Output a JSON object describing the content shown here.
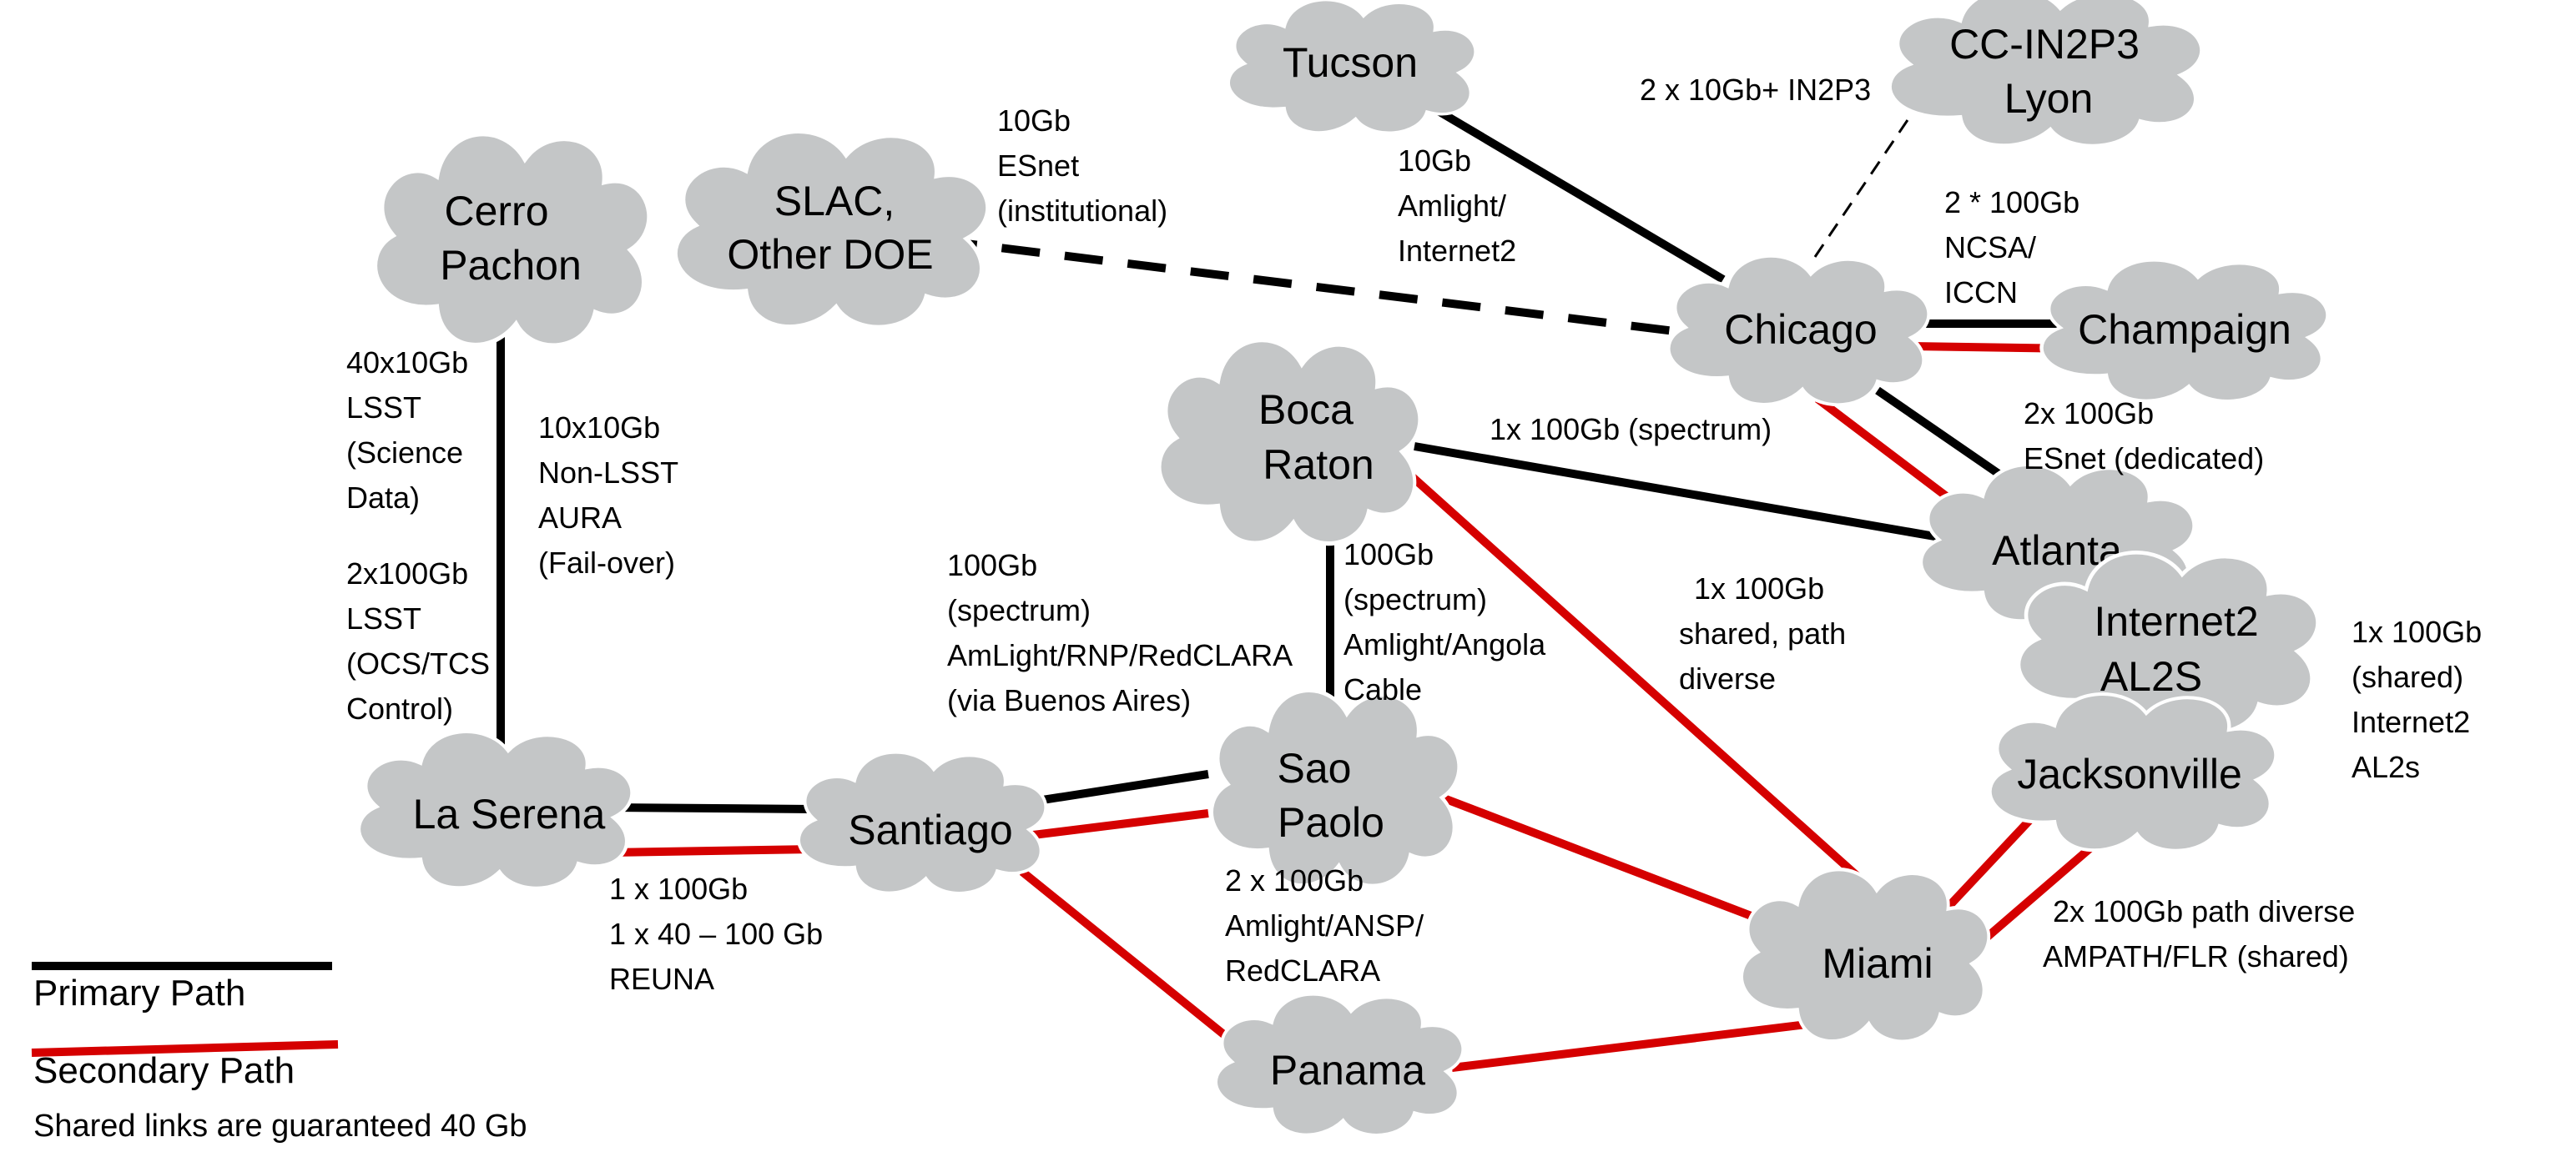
{
  "colors": {
    "primary": "#000000",
    "secondary": "#d50000",
    "cloud": "#c4c6c7"
  },
  "nodes": {
    "cerro_pachon": [
      "Cerro",
      "Pachon"
    ],
    "la_serena": [
      "La Serena"
    ],
    "santiago": [
      "Santiago"
    ],
    "sao_paolo": [
      "Sao",
      "Paolo"
    ],
    "boca_raton": [
      "Boca",
      "Raton"
    ],
    "panama": [
      "Panama"
    ],
    "miami": [
      "Miami"
    ],
    "jacksonville": [
      "Jacksonville"
    ],
    "internet2_al2s": [
      "Internet2",
      "AL2S"
    ],
    "atlanta": [
      "Atlanta"
    ],
    "chicago": [
      "Chicago"
    ],
    "champaign": [
      "Champaign"
    ],
    "tucson": [
      "Tucson"
    ],
    "cc_in2p3_lyon": [
      "CC-IN2P3",
      "Lyon"
    ],
    "slac_other_doe": [
      "SLAC,",
      "Other DOE"
    ]
  },
  "links": [
    {
      "id": "cerro-laserena",
      "from": "cerro_pachon",
      "to": "la_serena",
      "path": "primary",
      "style": "solid"
    },
    {
      "id": "laserena-santiago",
      "from": "la_serena",
      "to": "santiago",
      "path": "primary+secondary",
      "style": "solid"
    },
    {
      "id": "santiago-saopaolo",
      "from": "santiago",
      "to": "sao_paolo",
      "path": "primary+secondary",
      "style": "solid"
    },
    {
      "id": "santiago-panama",
      "from": "santiago",
      "to": "panama",
      "path": "secondary",
      "style": "solid"
    },
    {
      "id": "saopaolo-bocaraton",
      "from": "sao_paolo",
      "to": "boca_raton",
      "path": "primary",
      "style": "solid"
    },
    {
      "id": "saopaolo-miami",
      "from": "sao_paolo",
      "to": "miami",
      "path": "secondary",
      "style": "solid"
    },
    {
      "id": "bocaraton-atlanta",
      "from": "boca_raton",
      "to": "atlanta",
      "path": "primary",
      "style": "solid"
    },
    {
      "id": "bocaraton-miami",
      "from": "boca_raton",
      "to": "miami",
      "path": "secondary",
      "style": "solid"
    },
    {
      "id": "panama-miami",
      "from": "panama",
      "to": "miami",
      "path": "secondary",
      "style": "solid"
    },
    {
      "id": "miami-jacksonville",
      "from": "miami",
      "to": "jacksonville",
      "path": "secondary",
      "style": "solid"
    },
    {
      "id": "atlanta-chicago",
      "from": "atlanta",
      "to": "chicago",
      "path": "primary+secondary",
      "style": "solid"
    },
    {
      "id": "chicago-champaign",
      "from": "chicago",
      "to": "champaign",
      "path": "primary+secondary",
      "style": "solid"
    },
    {
      "id": "chicago-tucson",
      "from": "chicago",
      "to": "tucson",
      "path": "primary",
      "style": "solid"
    },
    {
      "id": "chicago-slac",
      "from": "chicago",
      "to": "slac_other_doe",
      "path": "primary",
      "style": "dashed"
    },
    {
      "id": "chicago-lyon",
      "from": "chicago",
      "to": "cc_in2p3_lyon",
      "path": "primary",
      "style": "thin-dashed"
    }
  ],
  "link_labels": {
    "slac": [
      "10Gb",
      "ESnet",
      "(institutional)"
    ],
    "lyon": [
      "2 x 10Gb+ IN2P3"
    ],
    "tucson": [
      "10Gb",
      "Amlight/",
      "Internet2"
    ],
    "champaign": [
      "2 * 100Gb",
      "NCSA/",
      "ICCN"
    ],
    "atlanta_esnet": [
      "2x 100Gb",
      "ESnet (dedicated)"
    ],
    "boca_atlanta": [
      "1x 100Gb (spectrum)"
    ],
    "cerro_lsst": [
      "40x10Gb",
      "LSST",
      "(Science",
      "Data)"
    ],
    "cerro_nonlsst": [
      "10x10Gb",
      "Non-LSST",
      "AURA",
      "(Fail-over)"
    ],
    "cerro_control": [
      "2x100Gb",
      "LSST",
      "(OCS/TCS",
      "Control)"
    ],
    "santiago_saopaolo": [
      "100Gb",
      "(spectrum)",
      "AmLight/RNP/RedCLARA",
      "(via Buenos Aires)"
    ],
    "saopaolo_boca": [
      "100Gb",
      "(spectrum)",
      "Amlight/Angola",
      "Cable"
    ],
    "boca_miami": [
      "1x 100Gb",
      "shared, path",
      "diverse"
    ],
    "internet2": [
      "1x 100Gb",
      "(shared)",
      "Internet2",
      "AL2s"
    ],
    "laserena_santiago": [
      "1 x 100Gb",
      "1 x 40 – 100 Gb",
      "REUNA"
    ],
    "saopaolo_miami": [
      "2 x 100Gb",
      "Amlight/ANSP/",
      "RedCLARA"
    ],
    "miami_jacksonville": [
      "2x 100Gb path diverse",
      "AMPATH/FLR (shared)"
    ]
  },
  "legend": {
    "primary": "Primary Path",
    "secondary": "Secondary Path",
    "note": "Shared links are guaranteed 40 Gb"
  }
}
